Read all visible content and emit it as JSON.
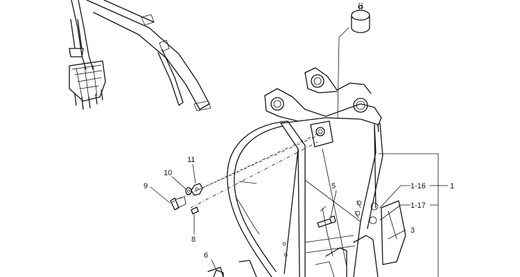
{
  "labels": {
    "l1": "1",
    "l1_16": "1-16",
    "l1_17": "1-17",
    "l3": "3",
    "l5": "5",
    "l6": "6",
    "l8": "8",
    "l9": "9",
    "l10": "10",
    "l11": "11"
  }
}
